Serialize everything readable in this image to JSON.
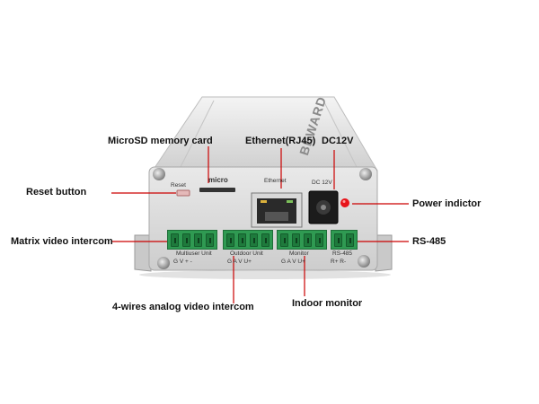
{
  "callouts": {
    "microsd": "MicroSD memory card",
    "ethernet": "Ethernet(RJ45)",
    "dc12v": "DC12V",
    "reset_button": "Reset button",
    "power_indicator": "Power indictor",
    "matrix_video_intercom": "Matrix video intercom",
    "rs485": "RS-485",
    "four_wires": "4-wires analog video intercom",
    "indoor_monitor": "Indoor monitor"
  },
  "panel": {
    "brand": "BEWARD",
    "reset": "Reset",
    "micro_logo": "micro",
    "ethernet": "Ethernet",
    "dc": "DC 12V",
    "multiuser": "Multiuser Unit",
    "outdoor": "Outdoor Unit",
    "monitor": "Monitor",
    "rs485": "RS-485",
    "pins_multiuser": "G  V  +  -",
    "pins_outdoor": "G  A  V  U+",
    "pins_monitor": "G  A  V  U+",
    "pins_rs485": "R+ R-"
  },
  "colors": {
    "device_body": "#dcdcdc",
    "terminal_green": "#2f9a52",
    "callout_line": "#cc0000",
    "led": "#e8141a"
  }
}
